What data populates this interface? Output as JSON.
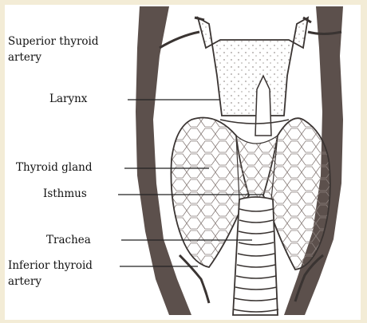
{
  "labels": {
    "superior_line1": "Superior thyroid",
    "superior_line2": "artery",
    "larynx": "Larynx",
    "thyroid_gland": "Thyroid gland",
    "isthmus": "Isthmus",
    "trachea": "Trachea",
    "inferior_line1": "Inferior thyroid",
    "inferior_line2": "artery"
  },
  "colors": {
    "muscle": "#5c504c",
    "outline": "#3a3432",
    "frame": "#f3ecd6"
  }
}
